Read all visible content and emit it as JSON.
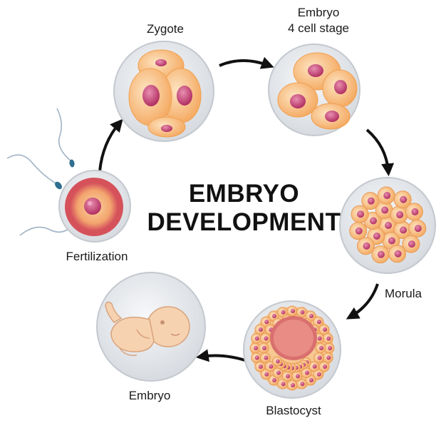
{
  "title": {
    "line1": "EMBRYO",
    "line2": "DEVELOPMENT"
  },
  "stages": [
    {
      "id": "fertilization",
      "label": "Fertilization"
    },
    {
      "id": "zygote",
      "label": "Zygote"
    },
    {
      "id": "four-cell",
      "label_line1": "Embryo",
      "label_line2": "4 cell stage"
    },
    {
      "id": "morula",
      "label": "Morula"
    },
    {
      "id": "blastocyst",
      "label": "Blastocyst"
    },
    {
      "id": "embryo",
      "label": "Embryo"
    }
  ],
  "colors": {
    "membrane": "#e3e6ea",
    "membrane_edge": "#c4c9cf",
    "cell_fill": "#f6b978",
    "cell_light": "#fde4c2",
    "nucleus": "#c23a6d",
    "nucleus_light": "#e98fb0",
    "fetus": "#f6d2b1",
    "arrow": "#111111",
    "sperm": "#9fb3c6"
  },
  "icons": [
    "curved-arrow-icon",
    "sperm-icon"
  ]
}
